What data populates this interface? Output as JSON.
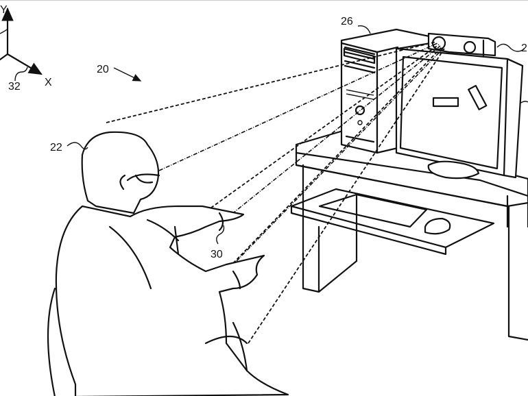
{
  "figure": {
    "axes": {
      "y_label": "Y",
      "x_label": "X",
      "ref_label": "32"
    },
    "labels": {
      "system": "20",
      "user": "22",
      "computer": "26",
      "sensor": "2",
      "hand": "30"
    },
    "line_color": "#111111",
    "background": "#ffffff"
  }
}
